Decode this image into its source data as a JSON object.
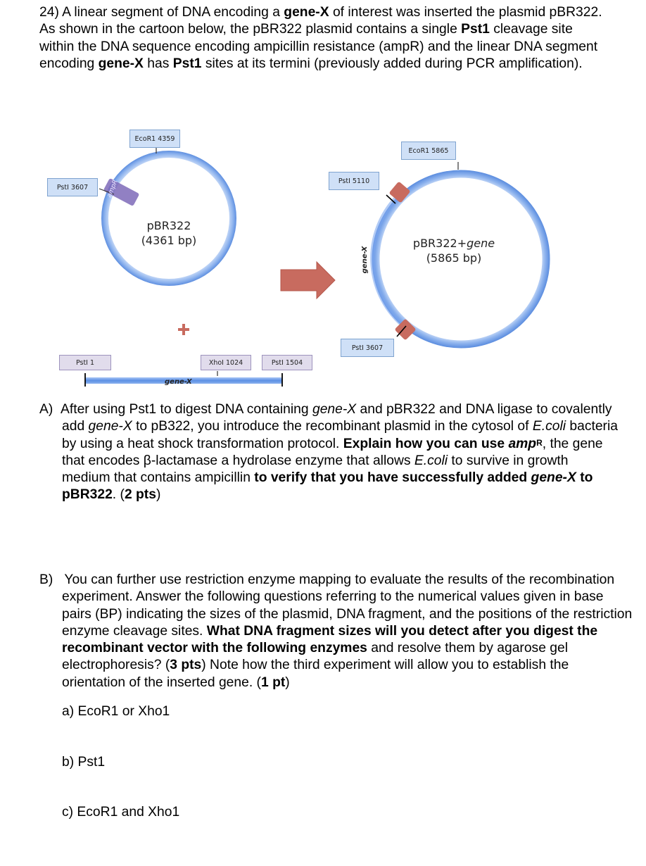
{
  "question": {
    "number": "24)",
    "t1": "A linear segment of DNA encoding a ",
    "b1": "gene-X",
    "t2": " of interest was inserted the plasmid pBR322. As shown in the cartoon below, the pBR322 plasmid contains a single ",
    "b2": "Pst1",
    "t3": " cleavage site within the DNA sequence encoding ampicillin resistance (ampR) and the linear DNA segment encoding ",
    "b3": "gene-X",
    "t4": " has ",
    "b4": "Pst1",
    "t5": " sites at its termini (previously added during PCR amplification)."
  },
  "figure": {
    "plasmid_left": {
      "name": "pBR322",
      "size": "(4361 bp)",
      "ecor1": "EcoR1 4359",
      "pst1": "PstI 3607",
      "amp": "ampR"
    },
    "plus": "+",
    "linear": {
      "pst1_a": "PstI 1",
      "xho1": "XhoI 1024",
      "pst1_b": "PstI 1504",
      "gene": "gene-X"
    },
    "plasmid_right": {
      "name": "pBR322+",
      "name_italic": "gene",
      "size": "(5865 bp)",
      "ecor1": "EcoR1 5865",
      "pst1_top": "PstI 5110",
      "pst1_bottom": "PstI 3607",
      "gene": "gene-X"
    },
    "arrow": "right-arrow"
  },
  "partA": {
    "label": "A)",
    "t1": "After using Pst1 to digest DNA containing ",
    "i1": "gene-X",
    "t2": " and pBR322 and DNA ligase to covalently add ",
    "i2": "gene-X",
    "t3": " to pB322, you introduce the recombinant plasmid in the cytosol of ",
    "i3": "E.coli",
    "t4": " bacteria by using a heat shock transformation protocol. ",
    "b1": "Explain how you can use ",
    "bi1": "amp",
    "sup1": "R",
    "t5": ", the gene that encodes β-lactamase a hydrolase enzyme that allows ",
    "i4": "E.coli",
    "t6": " to survive in growth medium that contains ampicillin ",
    "b2": "to verify that you have successfully added ",
    "bi2": "gene-X",
    "b3": " to pBR322",
    "t7": ". (",
    "b4": "2 pts",
    "t8": ")"
  },
  "partB": {
    "label": "B)",
    "t1": "You can further use restriction enzyme mapping to evaluate the results of the recombination experiment. Answer the following questions referring to the numerical values given in base pairs (BP) indicating the sizes of the plasmid, DNA fragment, and the positions of the restriction enzyme cleavage sites. ",
    "b1": "What DNA fragment sizes will you detect after you digest the recombinant vector with the following enzymes",
    "t2": " and resolve them by agarose gel electrophoresis? (",
    "b2": "3 pts",
    "t3": ") Note how the third experiment will allow you to establish the orientation of the inserted gene. (",
    "b3": "1 pt",
    "t4": ")"
  },
  "options": {
    "a": "a)  EcoR1 or Xho1",
    "b": "b)  Pst1",
    "c": "c)  EcoR1 and Xho1"
  }
}
